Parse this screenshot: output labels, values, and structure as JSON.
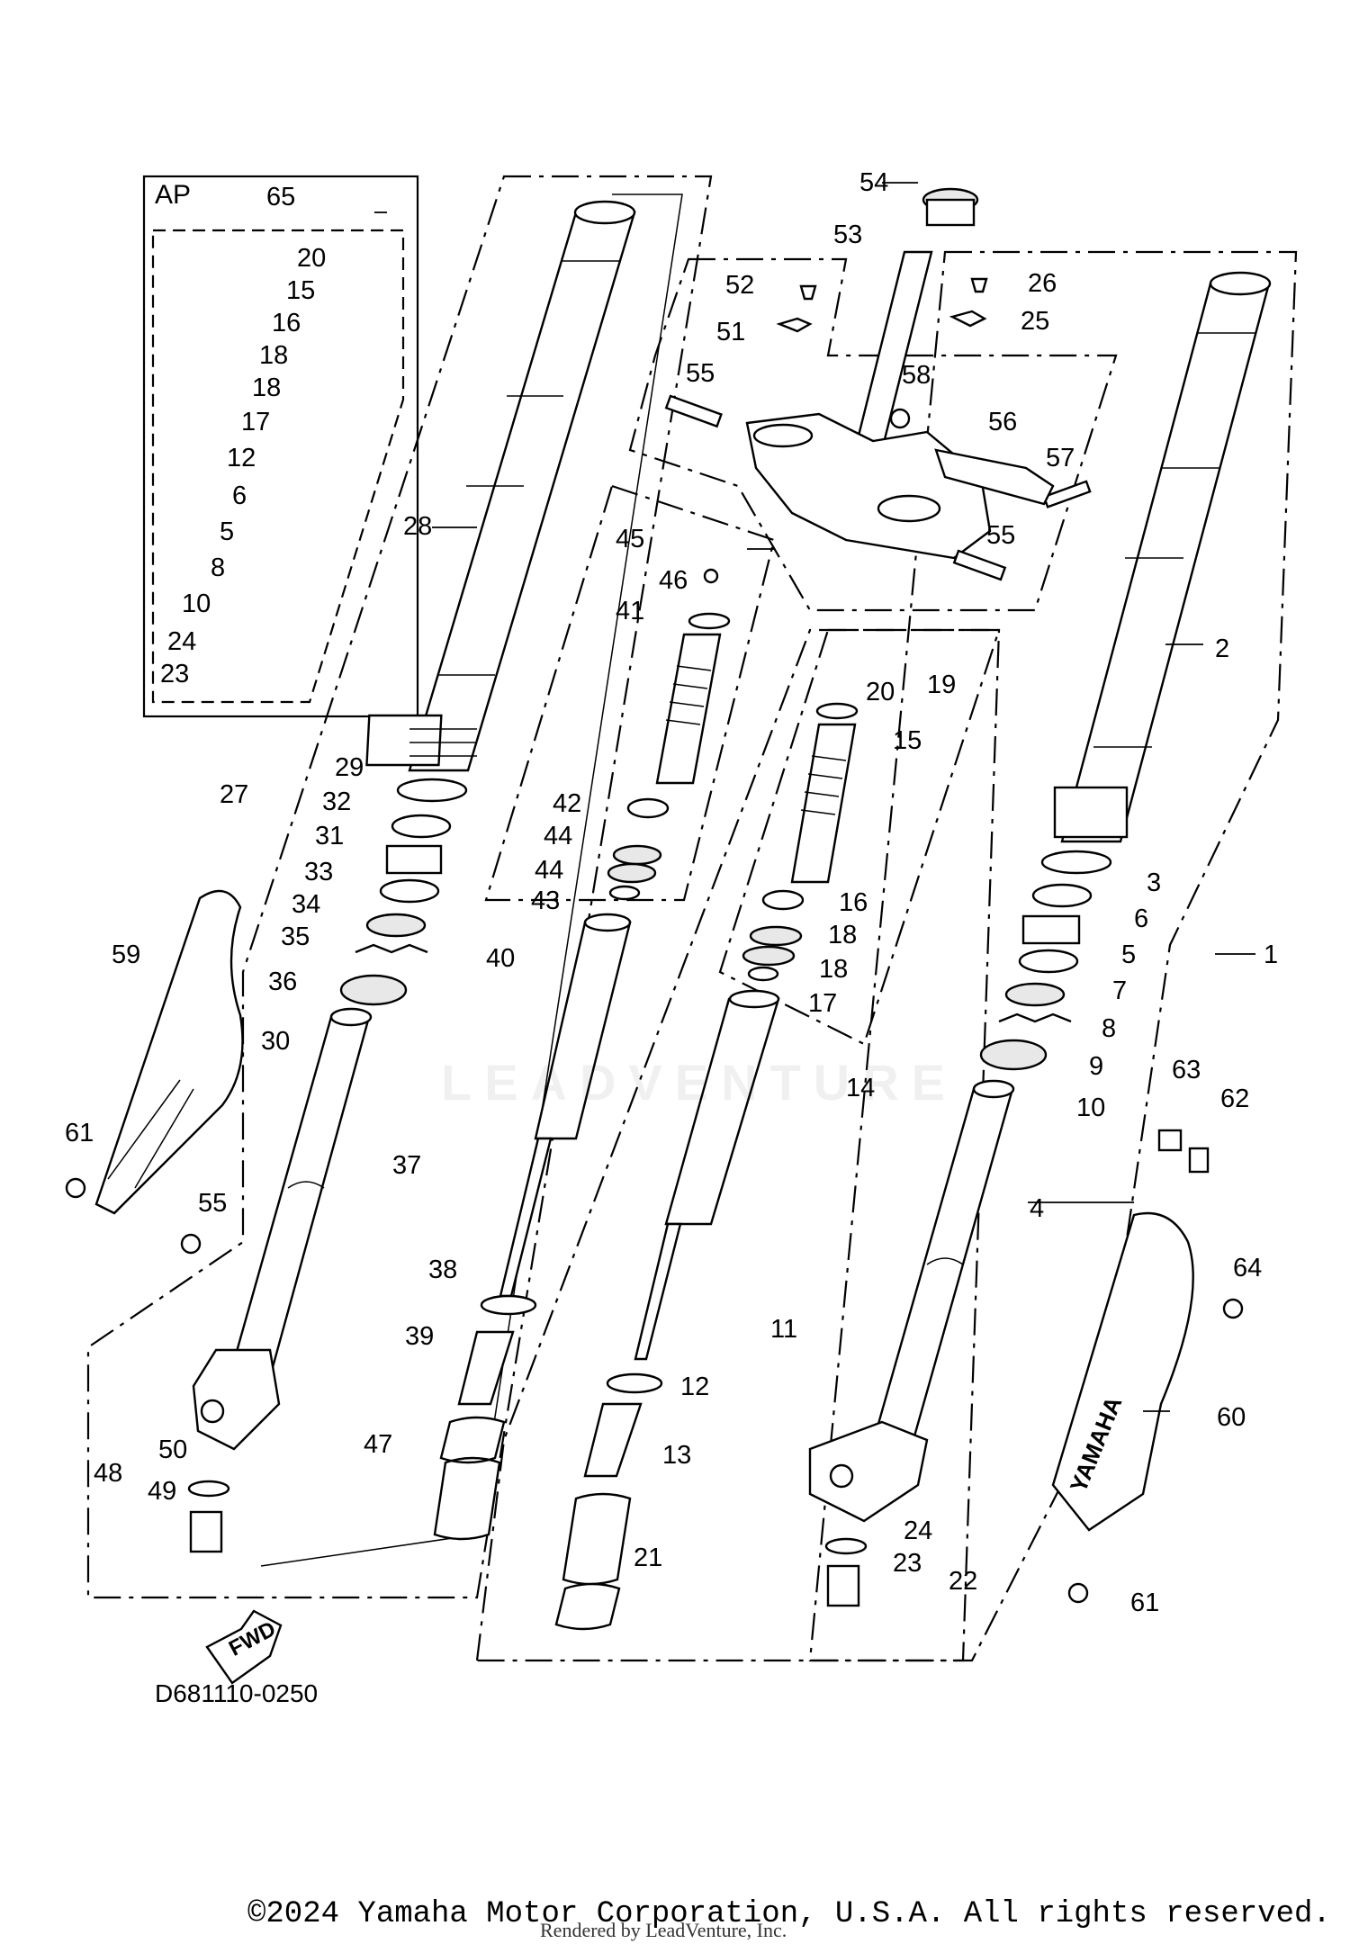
{
  "diagram": {
    "box_label": "AP",
    "diagram_code": "D681110-0250",
    "direction_label": "FWD",
    "watermark": "LEADVENTURE",
    "brand_mark": "YAMAHA",
    "copyright": "©2024 Yamaha Motor Corporation, U.S.A. All rights reserved.",
    "rendered_by": "Rendered by LeadVenture, Inc.",
    "callouts": [
      {
        "id": "c65",
        "text": "65"
      },
      {
        "id": "c20a",
        "text": "20"
      },
      {
        "id": "c15a",
        "text": "15"
      },
      {
        "id": "c16a",
        "text": "16"
      },
      {
        "id": "c18a",
        "text": "18"
      },
      {
        "id": "c18b",
        "text": "18"
      },
      {
        "id": "c17a",
        "text": "17"
      },
      {
        "id": "c12a",
        "text": "12"
      },
      {
        "id": "c6a",
        "text": "6"
      },
      {
        "id": "c5a",
        "text": "5"
      },
      {
        "id": "c8a",
        "text": "8"
      },
      {
        "id": "c10a",
        "text": "10"
      },
      {
        "id": "c24a",
        "text": "24"
      },
      {
        "id": "c23a",
        "text": "23"
      },
      {
        "id": "c54",
        "text": "54"
      },
      {
        "id": "c53",
        "text": "53"
      },
      {
        "id": "c52",
        "text": "52"
      },
      {
        "id": "c51",
        "text": "51"
      },
      {
        "id": "c55a",
        "text": "55"
      },
      {
        "id": "c26",
        "text": "26"
      },
      {
        "id": "c25",
        "text": "25"
      },
      {
        "id": "c58",
        "text": "58"
      },
      {
        "id": "c56",
        "text": "56"
      },
      {
        "id": "c57",
        "text": "57"
      },
      {
        "id": "c55b",
        "text": "55"
      },
      {
        "id": "c28",
        "text": "28"
      },
      {
        "id": "c45",
        "text": "45"
      },
      {
        "id": "c46",
        "text": "46"
      },
      {
        "id": "c41",
        "text": "41"
      },
      {
        "id": "c19",
        "text": "19"
      },
      {
        "id": "c20b",
        "text": "20"
      },
      {
        "id": "c15b",
        "text": "15"
      },
      {
        "id": "c2",
        "text": "2"
      },
      {
        "id": "c29",
        "text": "29"
      },
      {
        "id": "c27",
        "text": "27"
      },
      {
        "id": "c32",
        "text": "32"
      },
      {
        "id": "c31",
        "text": "31"
      },
      {
        "id": "c33",
        "text": "33"
      },
      {
        "id": "c34",
        "text": "34"
      },
      {
        "id": "c35",
        "text": "35"
      },
      {
        "id": "c36",
        "text": "36"
      },
      {
        "id": "c42",
        "text": "42"
      },
      {
        "id": "c44a",
        "text": "44"
      },
      {
        "id": "c44b",
        "text": "44"
      },
      {
        "id": "c43",
        "text": "43"
      },
      {
        "id": "c40",
        "text": "40"
      },
      {
        "id": "c16b",
        "text": "16"
      },
      {
        "id": "c18c",
        "text": "18"
      },
      {
        "id": "c18d",
        "text": "18"
      },
      {
        "id": "c17b",
        "text": "17"
      },
      {
        "id": "c14",
        "text": "14"
      },
      {
        "id": "c3",
        "text": "3"
      },
      {
        "id": "c6b",
        "text": "6"
      },
      {
        "id": "c5b",
        "text": "5"
      },
      {
        "id": "c7",
        "text": "7"
      },
      {
        "id": "c8b",
        "text": "8"
      },
      {
        "id": "c9",
        "text": "9"
      },
      {
        "id": "c10b",
        "text": "10"
      },
      {
        "id": "c1",
        "text": "1"
      },
      {
        "id": "c59",
        "text": "59"
      },
      {
        "id": "c30",
        "text": "30"
      },
      {
        "id": "c61a",
        "text": "61"
      },
      {
        "id": "c55c",
        "text": "55"
      },
      {
        "id": "c37",
        "text": "37"
      },
      {
        "id": "c38",
        "text": "38"
      },
      {
        "id": "c39",
        "text": "39"
      },
      {
        "id": "c47",
        "text": "47"
      },
      {
        "id": "c11",
        "text": "11"
      },
      {
        "id": "c12b",
        "text": "12"
      },
      {
        "id": "c13",
        "text": "13"
      },
      {
        "id": "c21",
        "text": "21"
      },
      {
        "id": "c50",
        "text": "50"
      },
      {
        "id": "c48",
        "text": "48"
      },
      {
        "id": "c49",
        "text": "49"
      },
      {
        "id": "c4",
        "text": "4"
      },
      {
        "id": "c63",
        "text": "63"
      },
      {
        "id": "c62",
        "text": "62"
      },
      {
        "id": "c64",
        "text": "64"
      },
      {
        "id": "c60",
        "text": "60"
      },
      {
        "id": "c24b",
        "text": "24"
      },
      {
        "id": "c23b",
        "text": "23"
      },
      {
        "id": "c22",
        "text": "22"
      },
      {
        "id": "c61b",
        "text": "61"
      }
    ]
  }
}
